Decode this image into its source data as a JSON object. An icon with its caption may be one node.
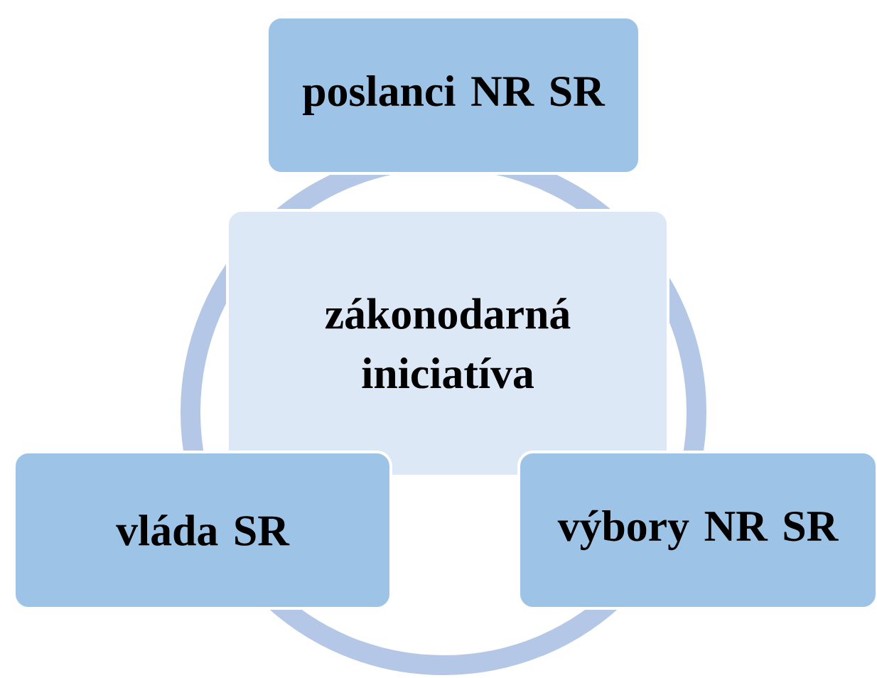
{
  "diagram": {
    "nodes": [
      {
        "text": [
          "poslanci NR SR"
        ]
      },
      {
        "text": [
          "zákonodarná iniciatíva"
        ]
      },
      {
        "text": [
          "vláda SR"
        ]
      },
      {
        "text": [
          "výbory NR SR"
        ]
      }
    ]
  }
}
